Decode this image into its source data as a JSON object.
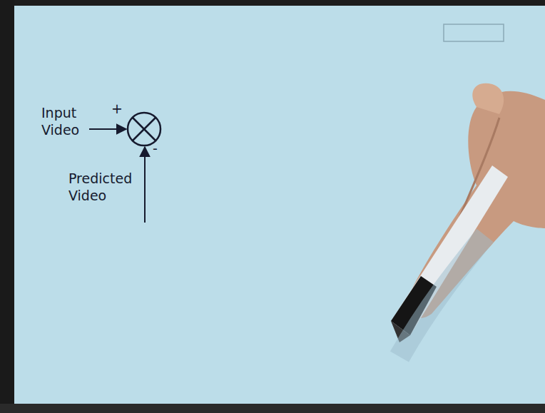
{
  "diagram": {
    "labels": [
      "Input Video",
      "+",
      "Predicted Video",
      "-"
    ]
  }
}
